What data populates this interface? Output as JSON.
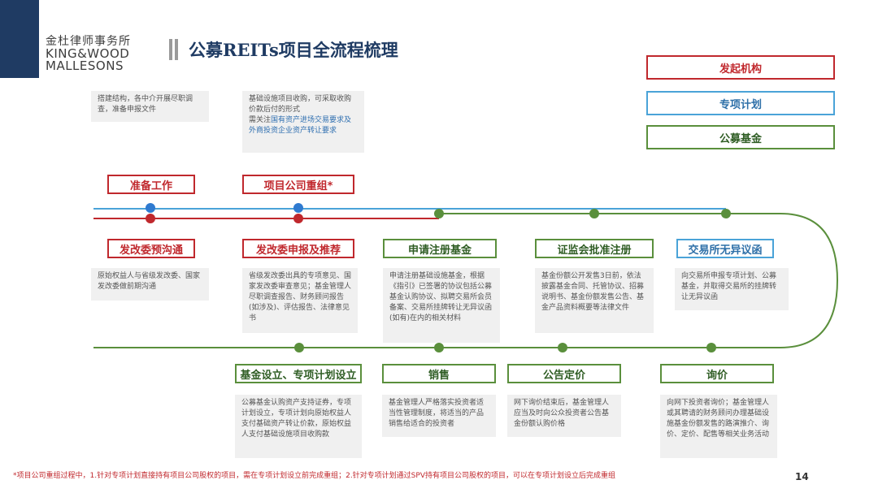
{
  "logo": {
    "cn": "金杜律师事务所",
    "en1": "KING&WOOD",
    "en2": "MALLESONS"
  },
  "title": "公募REITs项目全流程梳理",
  "legend": [
    {
      "label": "发起机构",
      "color": "#c0282d"
    },
    {
      "label": "专项计划",
      "color": "#4aa3d8"
    },
    {
      "label": "公募基金",
      "color": "#5a8f3c"
    }
  ],
  "top_notes": {
    "prep": "搭建结构，各中介开展尽职调查，准备申报文件",
    "reorg_line1": "基础设施项目收购，可采取收购价款后付的形式",
    "reorg_line2a": "需关注",
    "reorg_line2b": "国有资产进场交易要求及外商投资企业资产转让要求"
  },
  "stages_top": {
    "prep": "准备工作",
    "reorg": "项目公司重组*"
  },
  "stages_mid": {
    "ndrc_comm": "发改委预沟通",
    "ndrc_apply": "发改委申报及推荐",
    "apply_reg": "申请注册基金",
    "csrc": "证监会批准注册",
    "exchange": "交易所无异议函"
  },
  "mid_notes": {
    "ndrc_comm": "原始权益人与省级发改委、国家发改委做前期沟通",
    "ndrc_apply": "省级发改委出具的专项意见、国家发改委审查意见；基金管理人尽职调查报告、财务顾问报告(如涉及)、评估报告、法律意见书",
    "apply_reg": "申请注册基础设施基金，根据《指引》已签署的协议包括公募基金认购协议、拟聘交易所会员备案、交易所挂牌转让无异议函(如有)在内的相关材料",
    "csrc": "基金份额公开发售3日前，依法披露基金合同、托管协议、招募说明书、基金份额发售公告、基金产品资料概要等法律文件",
    "exchange": "向交易所申报专项计划、公募基金，并取得交易所的挂牌转让无异议函"
  },
  "stages_bottom": {
    "setup": "基金设立、专项计划设立",
    "sales": "销售",
    "pricing": "公告定价",
    "inquiry": "询价"
  },
  "bottom_notes": {
    "setup": "公募基金认购资产支持证券，专项计划设立，专项计划向原始权益人支付基础资产转让价款，原始权益人支付基础设施项目收购款",
    "sales": "基金管理人严格落实投资者适当性管理制度，将适当的产品销售给适合的投资者",
    "pricing": "网下询价结束后，基金管理人应当及时向公众投资者公告基金份额认购价格",
    "inquiry": "向网下投资者询价；基金管理人或其聘请的财务顾问办理基础设施基金份额发售的路演推介、询价、定价、配售等相关业务活动"
  },
  "footnote": "*项目公司重组过程中，1.针对专项计划直接持有项目公司股权的项目，需在专项计划设立前完成重组；2.针对专项计划通过SPV持有项目公司股权的项目，可以在专项计划设立后完成重组",
  "page_number": "14"
}
